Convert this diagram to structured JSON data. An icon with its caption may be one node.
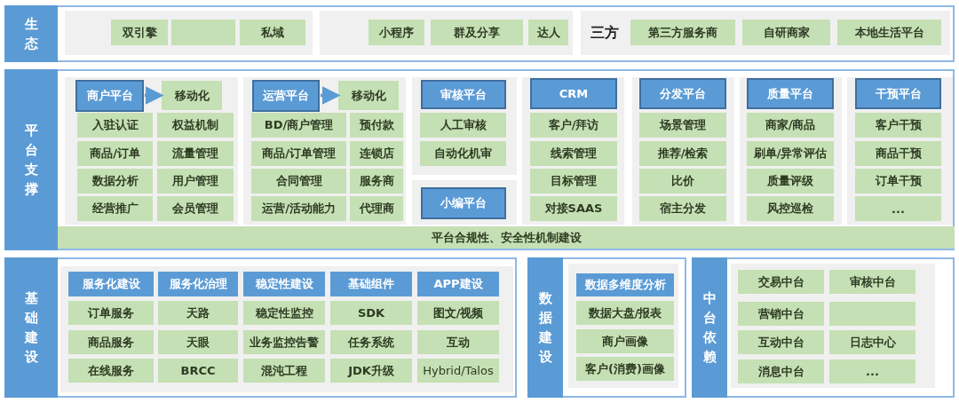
{
  "diagram": {
    "nodes": [
      {
        "text": [
          "生态"
        ]
      },
      {
        "text": [],
        "shape": "box",
        "in": 0
      },
      {
        "text": [
          "双引擎"
        ],
        "in": 1
      },
      {
        "text": [],
        "shape": "box",
        "in": 1
      },
      {
        "text": [
          "私域"
        ],
        "in": 1
      },
      {
        "text": [],
        "shape": "box",
        "in": 0
      },
      {
        "text": [
          "小程序"
        ],
        "in": 5
      },
      {
        "text": [
          "群及分享"
        ],
        "in": 5
      },
      {
        "text": [
          "达人"
        ],
        "in": 5
      },
      {
        "text": [
          "三方"
        ],
        "in": 0
      },
      {
        "text": [
          "第三方服务商"
        ],
        "in": 9
      },
      {
        "text": [
          "自研商家"
        ],
        "in": 9
      },
      {
        "text": [
          "本地生活平台"
        ],
        "in": 9
      },
      {
        "text": [
          "平台支撑"
        ]
      },
      {
        "text": [],
        "shape": "box",
        "in": 13
      },
      {
        "text": [
          "商户平台"
        ],
        "in": 14
      },
      {
        "text": [
          "移动化"
        ],
        "in": 14
      },
      {
        "text": [
          "入驻认证"
        ],
        "in": 14
      },
      {
        "text": [
          "权益机制"
        ],
        "in": 14
      },
      {
        "text": [
          "商品/订单"
        ],
        "in": 14
      },
      {
        "text": [
          "流量管理"
        ],
        "in": 14
      },
      {
        "text": [
          "数据分析"
        ],
        "in": 14
      },
      {
        "text": [
          "用户管理"
        ],
        "in": 14
      },
      {
        "text": [
          "经营推广"
        ],
        "in": 14
      },
      {
        "text": [
          "会员管理"
        ],
        "in": 14
      },
      {
        "text": [],
        "shape": "box",
        "in": 13
      },
      {
        "text": [
          "运营平台"
        ],
        "in": 25
      },
      {
        "text": [
          "移动化"
        ],
        "in": 25
      },
      {
        "text": [
          "BD/商户管理"
        ],
        "in": 25
      },
      {
        "text": [
          "预付款"
        ],
        "in": 25
      },
      {
        "text": [
          "商品/订单管理"
        ],
        "in": 25
      },
      {
        "text": [
          "连锁店"
        ],
        "in": 25
      },
      {
        "text": [
          "合同管理"
        ],
        "in": 25
      },
      {
        "text": [
          "服务商"
        ],
        "in": 25
      },
      {
        "text": [
          "运营/活动能力"
        ],
        "in": 25
      },
      {
        "text": [
          "代理商"
        ],
        "in": 25
      },
      {
        "text": [],
        "shape": "box",
        "in": 13
      },
      {
        "text": [
          "审核平台"
        ],
        "in": 36
      },
      {
        "text": [
          "人工审核"
        ],
        "in": 36
      },
      {
        "text": [
          "自动化机审"
        ],
        "in": 36
      },
      {
        "text": [],
        "shape": "box",
        "in": 13
      },
      {
        "text": [
          "小编平台"
        ],
        "in": 40
      },
      {
        "text": [],
        "shape": "box",
        "in": 13
      },
      {
        "text": [
          "CRM"
        ],
        "in": 42
      },
      {
        "text": [
          "客户/拜访"
        ],
        "in": 42
      },
      {
        "text": [
          "线索管理"
        ],
        "in": 42
      },
      {
        "text": [
          "目标管理"
        ],
        "in": 42
      },
      {
        "text": [
          "对接SAAS"
        ],
        "in": 42
      },
      {
        "text": [],
        "shape": "box",
        "in": 13
      },
      {
        "text": [
          "分发平台"
        ],
        "in": 48
      },
      {
        "text": [
          "场景管理"
        ],
        "in": 48
      },
      {
        "text": [
          "推荐/检索"
        ],
        "in": 48
      },
      {
        "text": [
          "比价"
        ],
        "in": 48
      },
      {
        "text": [
          "宿主分发"
        ],
        "in": 48
      },
      {
        "text": [],
        "shape": "box",
        "in": 13
      },
      {
        "text": [
          "质量平台"
        ],
        "in": 54
      },
      {
        "text": [
          "商家/商品"
        ],
        "in": 54
      },
      {
        "text": [
          "刷单/异常评估"
        ],
        "in": 54
      },
      {
        "text": [
          "质量评级"
        ],
        "in": 54
      },
      {
        "text": [
          "风控巡检"
        ],
        "in": 54
      },
      {
        "text": [],
        "shape": "box",
        "in": 13
      },
      {
        "text": [
          "干预平台"
        ],
        "in": 60
      },
      {
        "text": [
          "客户干预"
        ],
        "in": 60
      },
      {
        "text": [
          "商品干预"
        ],
        "in": 60
      },
      {
        "text": [
          "订单干预"
        ],
        "in": 60
      },
      {
        "text": [
          "..."
        ],
        "in": 60
      },
      {
        "text": [
          "平台合规性、安全性机制建设"
        ],
        "in": 13
      },
      {
        "text": [
          "基础建设"
        ]
      },
      {
        "text": [],
        "shape": "box",
        "in": 67
      },
      {
        "text": [
          "服务化建设"
        ],
        "in": 68
      },
      {
        "text": [
          "服务化治理"
        ],
        "in": 68
      },
      {
        "text": [
          "稳定性建设"
        ],
        "in": 68
      },
      {
        "text": [
          "基础组件"
        ],
        "in": 68
      },
      {
        "text": [
          "APP建设"
        ],
        "in": 68
      },
      {
        "text": [
          "订单服务"
        ],
        "in": 68
      },
      {
        "text": [
          "天路"
        ],
        "in": 68
      },
      {
        "text": [
          "稳定性监控"
        ],
        "in": 68
      },
      {
        "text": [
          "SDK"
        ],
        "in": 68
      },
      {
        "text": [
          "图文/视频"
        ],
        "in": 68
      },
      {
        "text": [
          "商品服务"
        ],
        "in": 68
      },
      {
        "text": [
          "天眼"
        ],
        "in": 68
      },
      {
        "text": [
          "业务监控告警"
        ],
        "in": 68
      },
      {
        "text": [
          "任务系统"
        ],
        "in": 68
      },
      {
        "text": [
          "互动"
        ],
        "in": 68
      },
      {
        "text": [
          "在线服务"
        ],
        "in": 68
      },
      {
        "text": [
          "BRCC"
        ],
        "in": 68
      },
      {
        "text": [
          "混沌工程"
        ],
        "in": 68
      },
      {
        "text": [
          "JDK升级"
        ],
        "in": 68
      },
      {
        "text": [
          "Hybrid/Talos"
        ],
        "in": 68
      },
      {
        "text": [
          "数据建设"
        ]
      },
      {
        "text": [],
        "shape": "box",
        "in": 89
      },
      {
        "text": [
          "数据多维度分析"
        ],
        "in": 90
      },
      {
        "text": [
          "数据大盘/报表"
        ],
        "in": 90
      },
      {
        "text": [
          "商户画像"
        ],
        "in": 90
      },
      {
        "text": [
          "客户(消费)画像"
        ],
        "in": 90
      },
      {
        "text": [
          "中台依赖"
        ]
      },
      {
        "text": [],
        "shape": "box",
        "in": 95
      },
      {
        "text": [
          "交易中台"
        ],
        "in": 96
      },
      {
        "text": [
          "审核中台"
        ],
        "in": 96
      },
      {
        "text": [
          "营销中台"
        ],
        "in": 96
      },
      {
        "text": [],
        "shape": "box",
        "in": 96
      },
      {
        "text": [
          "互动中台"
        ],
        "in": 96
      },
      {
        "text": [
          "日志中心"
        ],
        "in": 96
      },
      {
        "text": [
          "消息中台"
        ],
        "in": 96
      },
      {
        "text": [
          "..."
        ],
        "in": 96
      }
    ],
    "edges": [
      {
        "from": 15,
        "to": 16,
        "arrow": "to"
      },
      {
        "from": 26,
        "to": 27,
        "arrow": "to"
      }
    ]
  }
}
